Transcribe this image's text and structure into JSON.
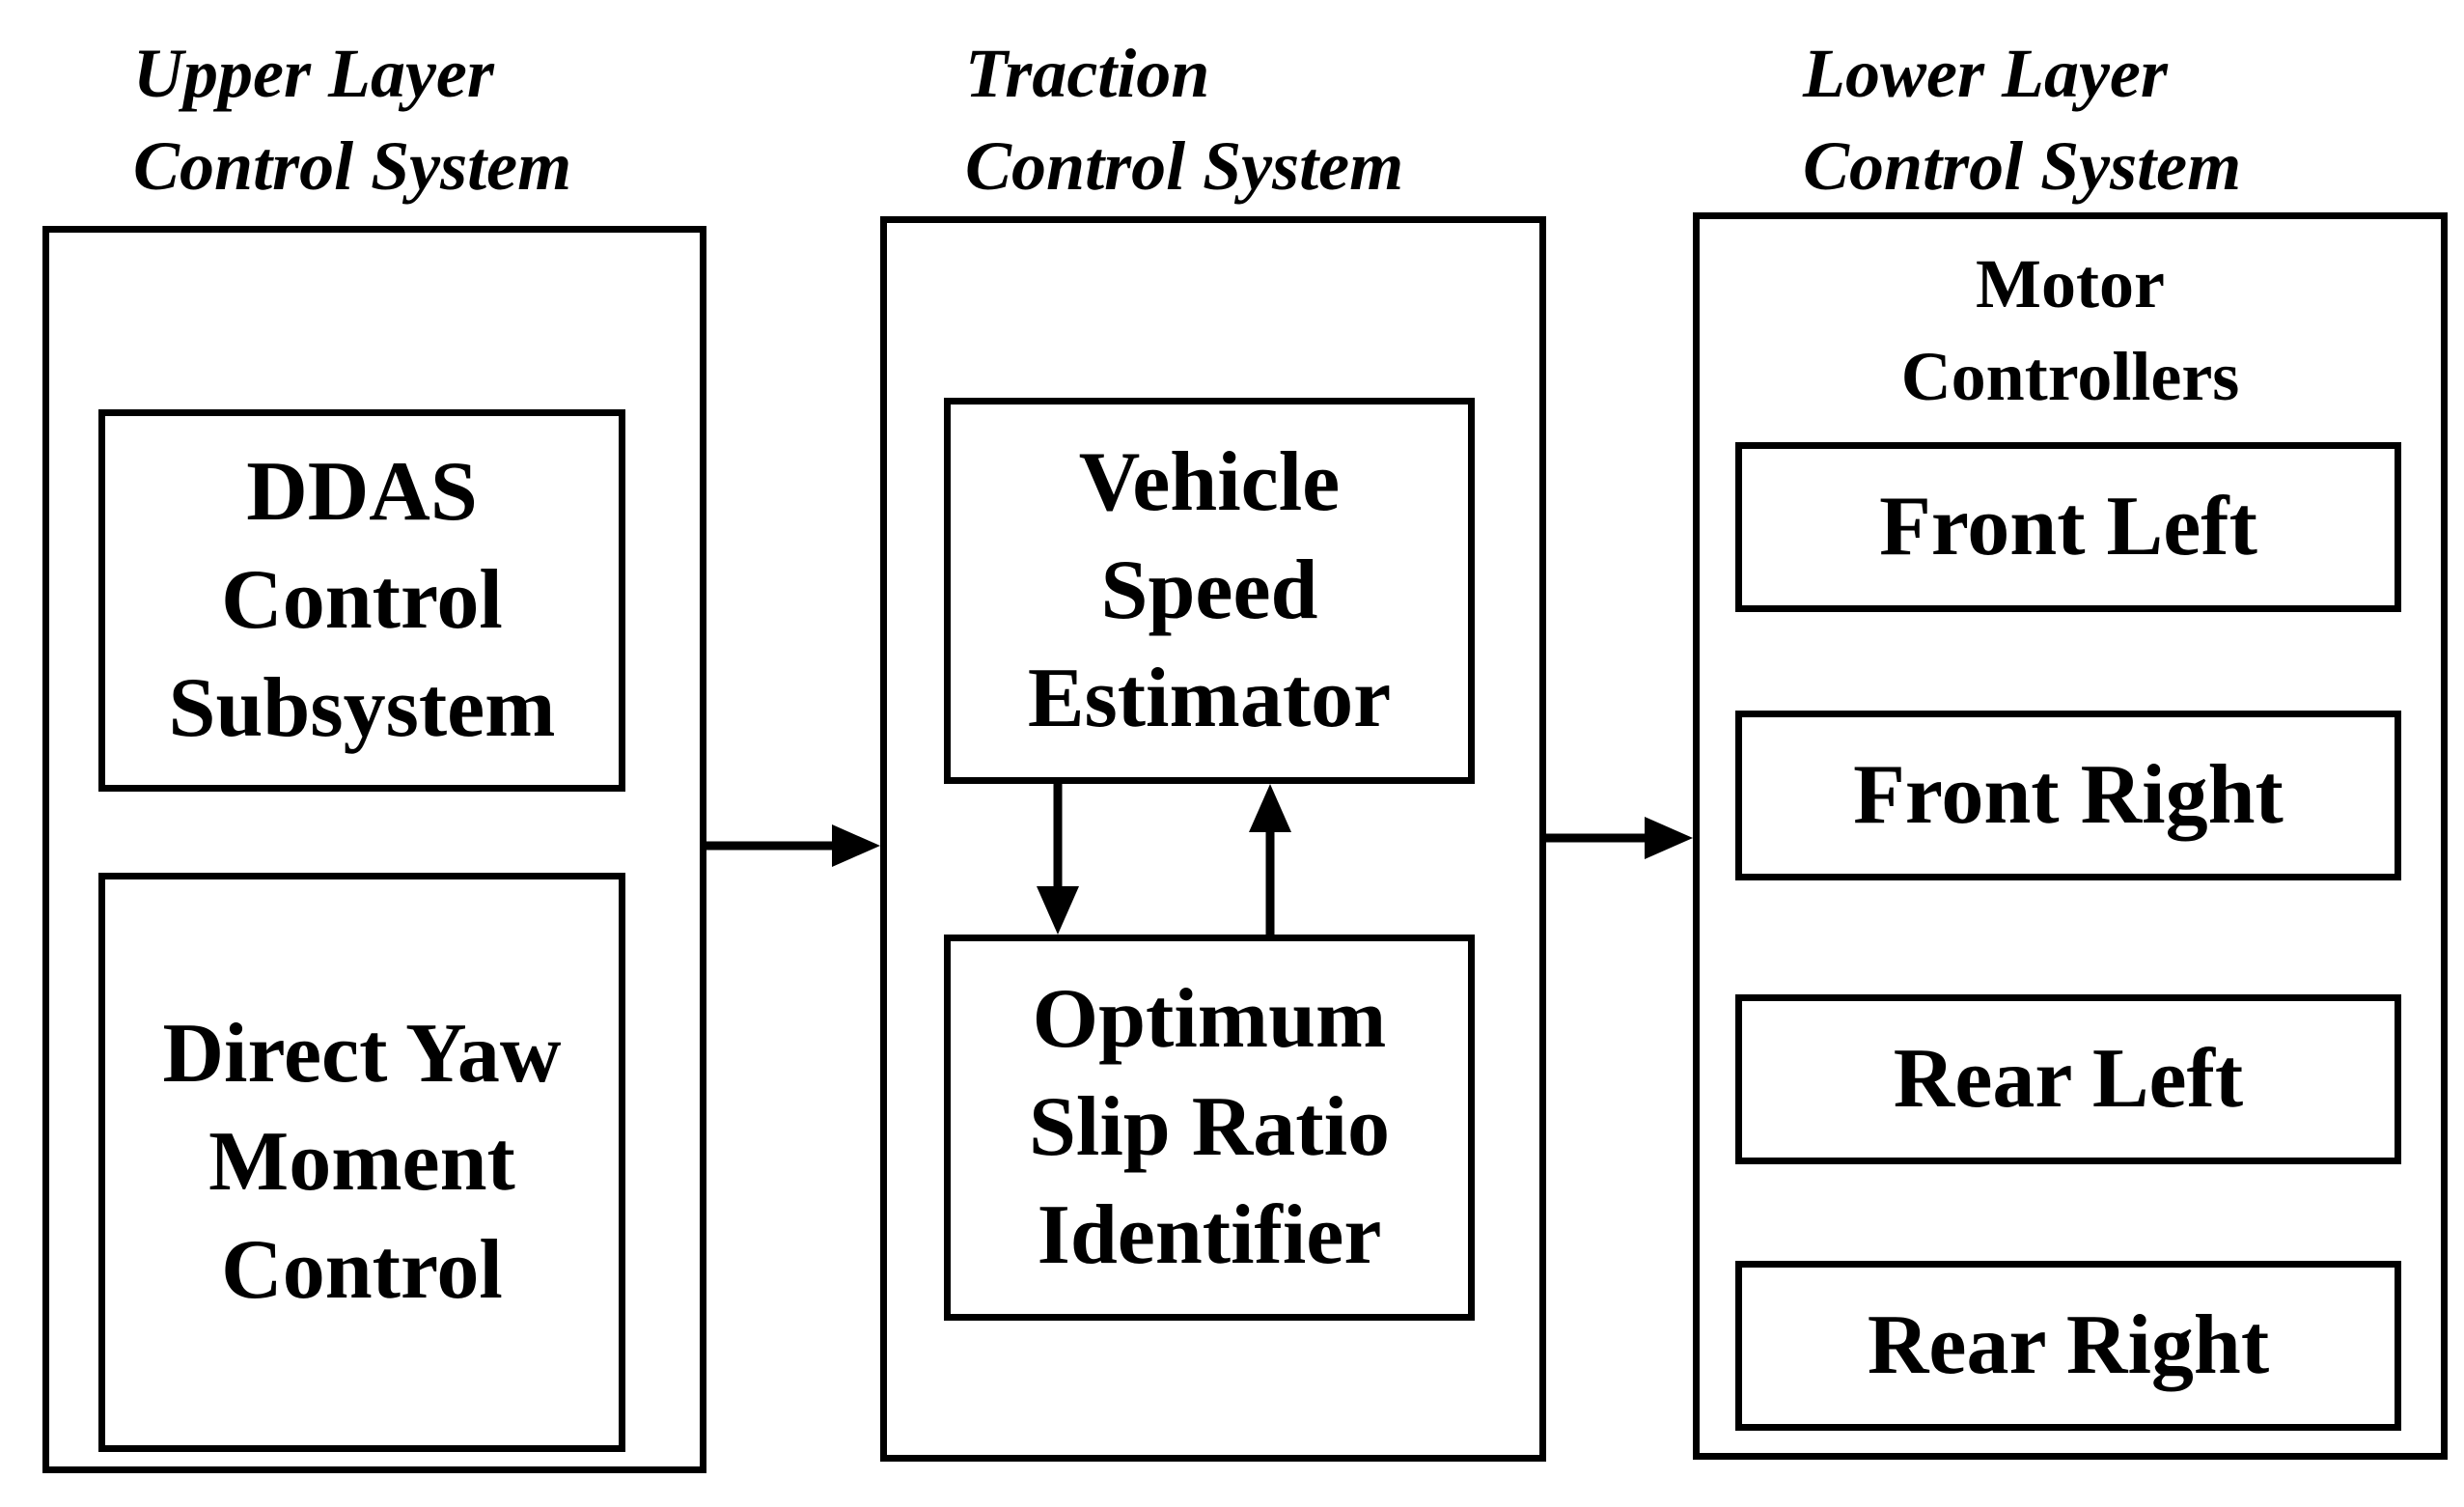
{
  "columns": {
    "upper": {
      "title_line1": "Upper Layer",
      "title_line2": "Control System",
      "boxes": [
        {
          "lines": [
            "DDAS",
            "Control",
            "Subsystem"
          ]
        },
        {
          "lines": [
            "Direct Yaw",
            "Moment",
            "Control"
          ]
        }
      ]
    },
    "traction": {
      "title_line1": "Traction",
      "title_line2": "Control System",
      "boxes": [
        {
          "lines": [
            "Vehicle",
            "Speed",
            "Estimator"
          ]
        },
        {
          "lines": [
            "Optimum",
            "Slip Ratio",
            "Identifier"
          ]
        }
      ]
    },
    "lower": {
      "title_line1": "Lower Layer",
      "title_line2": "Control System",
      "group_title_line1": "Motor",
      "group_title_line2": "Controllers",
      "boxes": [
        {
          "label": "Front Left"
        },
        {
          "label": "Front Right"
        },
        {
          "label": "Rear Left"
        },
        {
          "label": "Rear Right"
        }
      ]
    }
  }
}
